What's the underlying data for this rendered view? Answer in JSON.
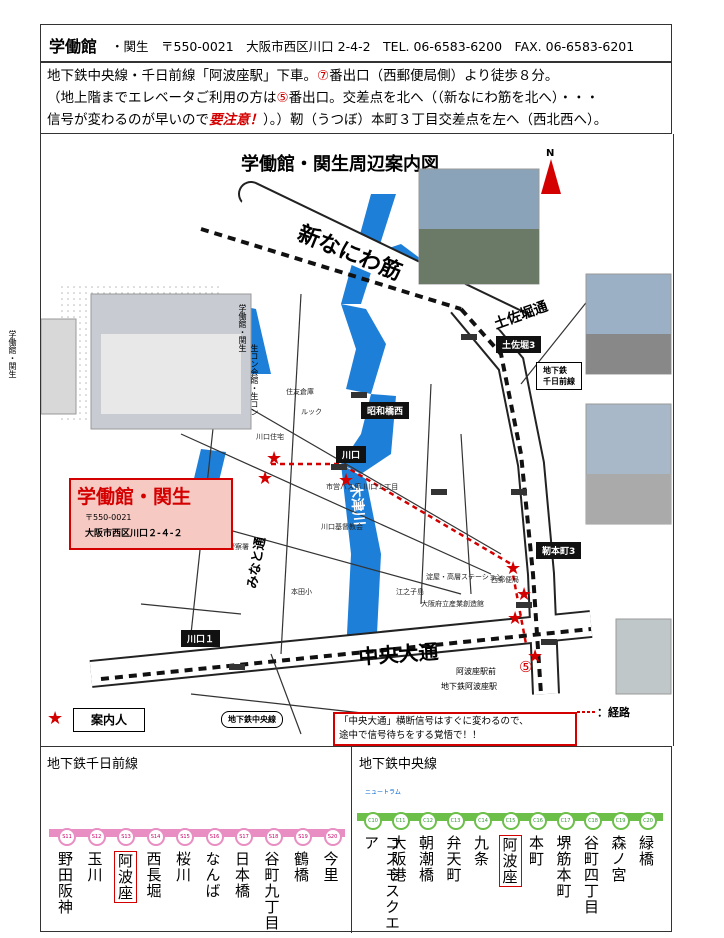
{
  "header": {
    "name": "学働館",
    "rest": "・関生　〒550-0021　大阪市西区川口 2-4-2　TEL. 06-6583-6200　FAX. 06-6583-6201"
  },
  "directions": {
    "line1a": "地下鉄中央線・千日前線「阿波座駅」下車。",
    "line1_num": "⑦",
    "line1b": "番出口（西郵便局側）より徒歩８分。",
    "line2a": "（地上階までエレベータご利用の方は",
    "line2_num": "⑤",
    "line2b": "番出口。交差点を北へ（（新なにわ筋を北へ）・・・",
    "line3a": "信号が変わるのが早いので",
    "line3_warn": "要注意！",
    "line3b": "）。）靭（うつぼ）本町３丁目交差点を左へ（西北西へ）。"
  },
  "map": {
    "title": "学働館・関生周辺案内図",
    "north": "N",
    "street_shin": "新なにわ筋",
    "street_tosabori": "土佐堀通",
    "street_chuo": "中央大通",
    "street_minato": "みなと通",
    "river_kizu": "木津川",
    "cross_tosabori3": "土佐堀3",
    "cross_showabashi": "昭和橋西",
    "cross_kawaguchi": "川口",
    "cross_utsubo3": "靭本町3",
    "cross_kawaguchi1": "川口１",
    "subway_sennichimae": "地下鉄\n千日前線",
    "subway_chuo": "地下鉄中央線",
    "awaza_station": "阿波座駅前",
    "awaza_subway": "地下鉄阿波座駅",
    "building_label_top": "学働館・関生",
    "building_label_side": "生コン会館・生コン",
    "box_name": "学働館・関生",
    "box_zip": "〒550-0021",
    "box_addr": "大阪市西区川口２-４-２",
    "guide_label": "案内人",
    "route_label": "：経路",
    "exit5": "⑤",
    "warning": "「中央大通」横断信号はすぐに変わるので、\n途中で信号待ちをする覚悟で！！",
    "small_labels": [
      "住友倉庫",
      "ルック",
      "川口住宅",
      "市営バス停 川口１丁目",
      "川口基督教会",
      "西警察署",
      "本田小",
      "江之子島",
      "大阪府立産業創造館",
      "西郵便局",
      "淀屋・高層ステーション"
    ],
    "photo_side_label": "学働館・関生"
  },
  "sennichimae": {
    "title": "地下鉄千日前線",
    "stations": [
      "野田阪神",
      "玉川",
      "阿波座",
      "西長堀",
      "桜川",
      "なんば",
      "日本橋",
      "谷町九丁目",
      "鶴橋",
      "今里"
    ],
    "codes": [
      "S11",
      "S12",
      "S13",
      "S14",
      "S15",
      "S16",
      "S17",
      "S18",
      "S19",
      "S20"
    ],
    "highlight": "阿波座"
  },
  "chuo": {
    "title": "地下鉄中央線",
    "stations": [
      "コスモスクエア",
      "大阪港",
      "朝潮橋",
      "弁天町",
      "九条",
      "阿波座",
      "本町",
      "堺筋本町",
      "谷町四丁目",
      "森ノ宮",
      "緑橋"
    ],
    "codes": [
      "C10",
      "C11",
      "C12",
      "C13",
      "C14",
      "C15",
      "C16",
      "C17",
      "C18",
      "C19",
      "C20"
    ],
    "highlight": "阿波座",
    "top_label": "ニュートラム"
  },
  "colors": {
    "river": "#1e7fd8",
    "route": "#d40000",
    "sennichimae": "#e88ec3",
    "chuo": "#6cc04a",
    "box_bg": "#f7c9c3"
  }
}
